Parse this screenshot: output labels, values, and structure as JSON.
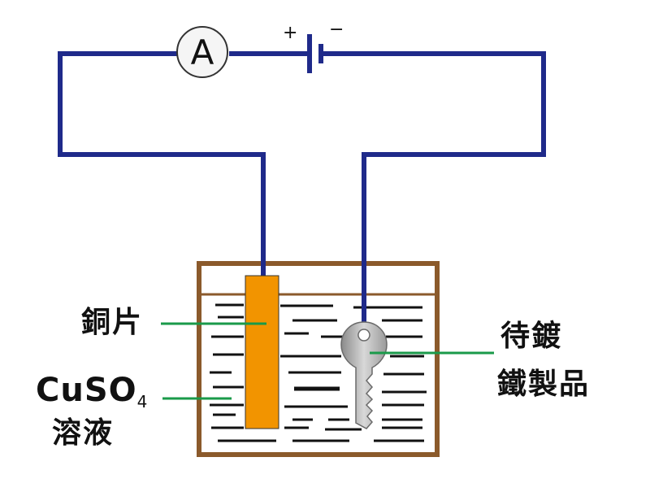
{
  "colors": {
    "wire": "#1f2a8a",
    "tank": "#8b5a2b",
    "copper": "#f29400",
    "leader": "#1a9a4a",
    "liquid_lines": "#111111",
    "key": "#b8b8b8"
  },
  "meter": {
    "symbol": "A"
  },
  "battery": {
    "plus": "+",
    "minus": "−"
  },
  "labels": {
    "copper": "銅片",
    "solution_formula": "CuSO",
    "solution_subscript": "4",
    "solution_name": "溶液",
    "item_line1": "待鍍",
    "item_line2": "鐵製品"
  },
  "icons": {
    "key": "key-icon",
    "meter": "ammeter-icon",
    "battery": "battery-icon"
  }
}
